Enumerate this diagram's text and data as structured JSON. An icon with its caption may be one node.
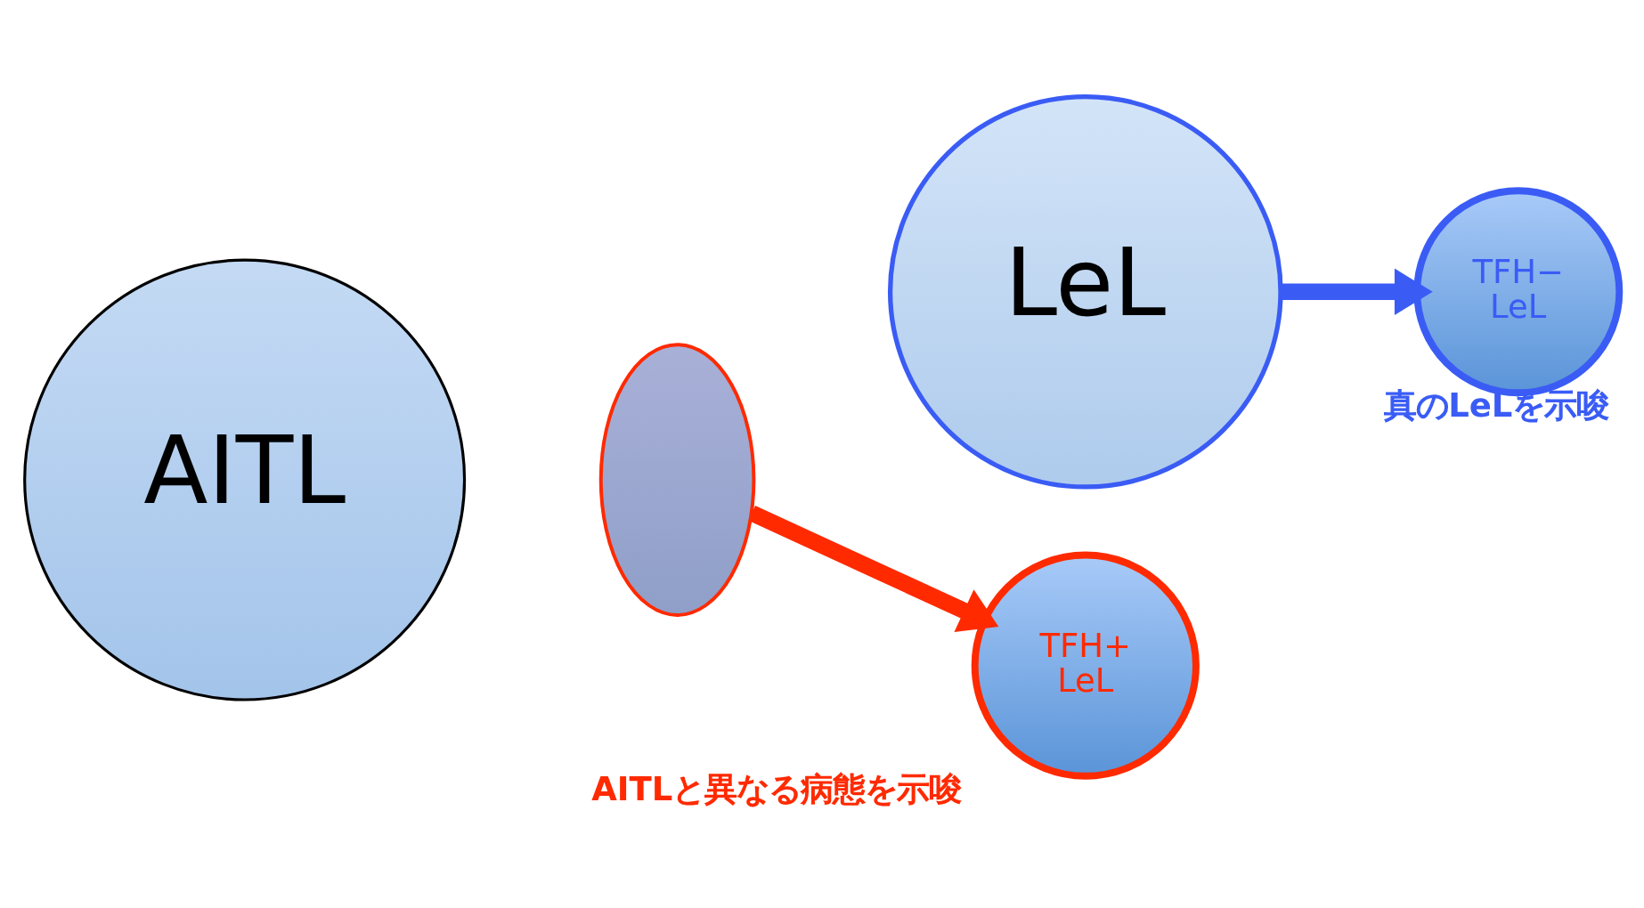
{
  "diagram": {
    "nodes": [
      {
        "text": [
          "AITL"
        ]
      },
      {
        "text": [
          "LeL"
        ]
      },
      {
        "text": [],
        "shape": "ellipse"
      },
      {
        "text": [
          "TFH− LeL"
        ],
        "beside": [
          "真のLeLを示唆"
        ]
      },
      {
        "text": [
          "TFH+ LeL"
        ],
        "beside": [
          "AITLと異なる病態を示唆"
        ]
      }
    ],
    "edges": [
      {
        "from": 1,
        "to": 3,
        "arrow": "to",
        "color": "#3a5cf5"
      },
      {
        "from": 2,
        "to": 4,
        "arrow": "to",
        "color": "#ff2a00"
      }
    ]
  }
}
